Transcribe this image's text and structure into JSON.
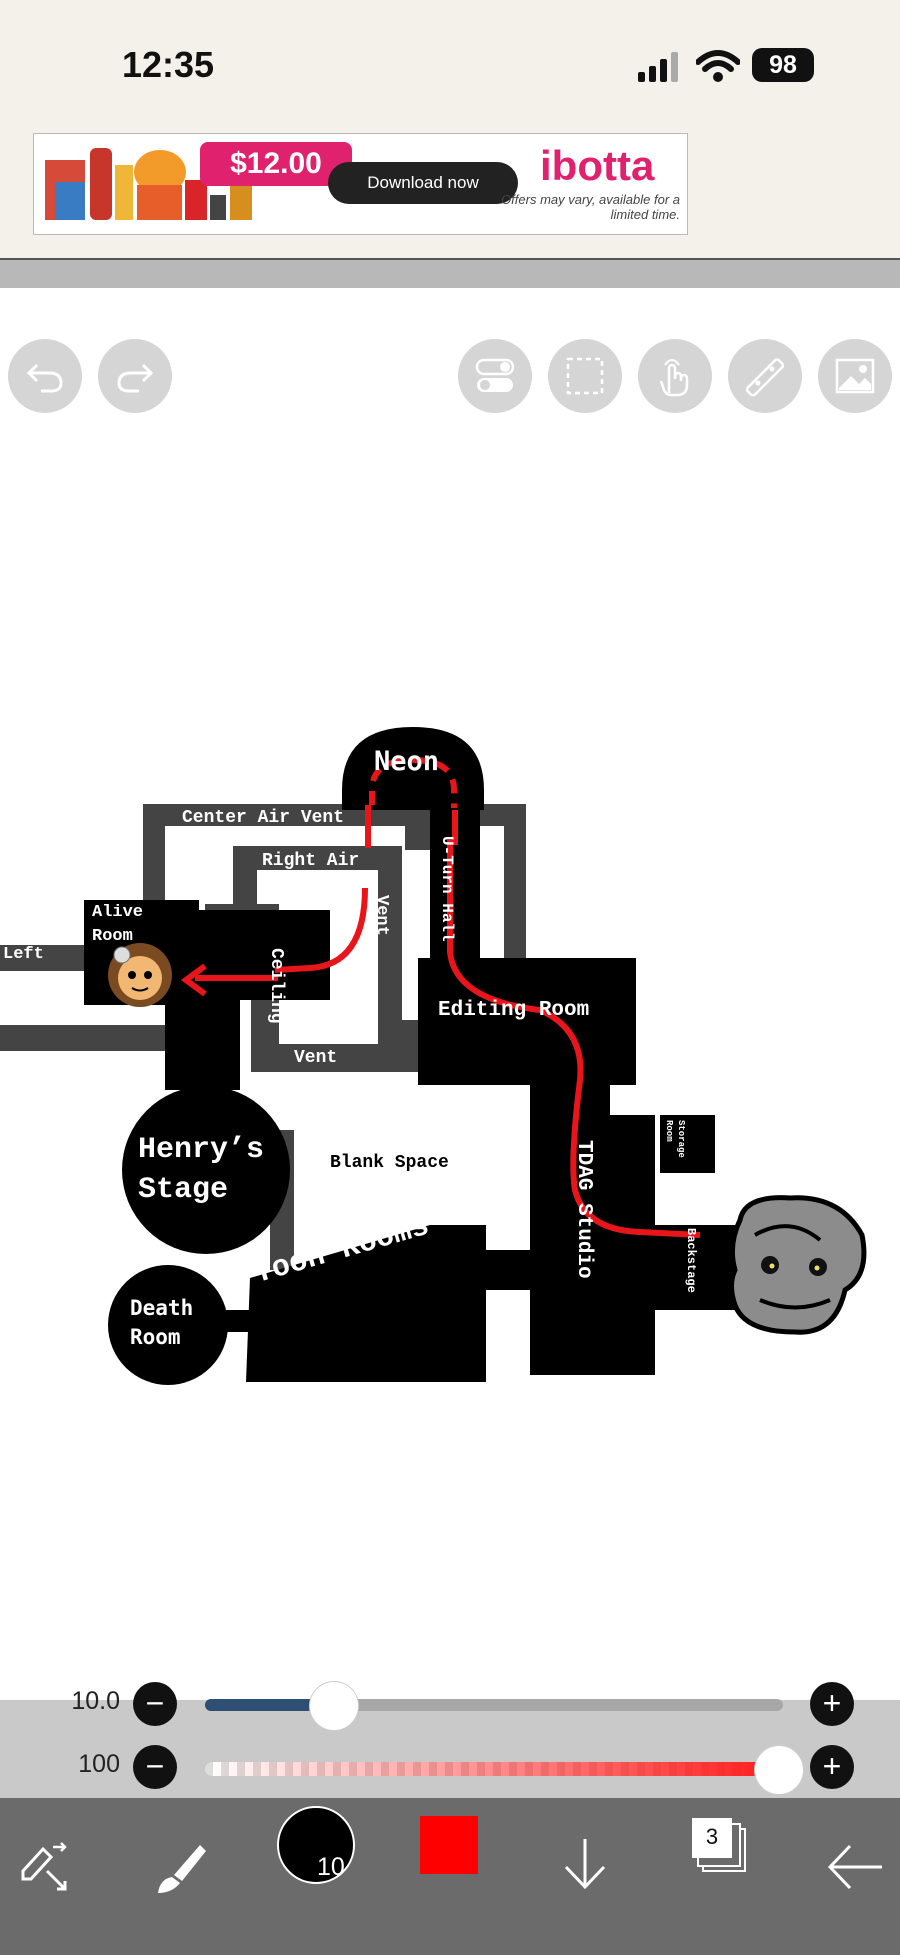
{
  "status_bar": {
    "time": "12:35",
    "battery": "98"
  },
  "ad": {
    "price": "$12.00",
    "button_label": "Download now",
    "brand": "ibotta",
    "note": "Offers may vary, available for a limited time."
  },
  "toolbar": {
    "left": [
      "undo-icon",
      "redo-icon"
    ],
    "right": [
      "toggle-icon",
      "selection-icon",
      "hand-icon",
      "ruler-icon",
      "image-icon"
    ]
  },
  "map": {
    "labels": {
      "neon": "Neon",
      "center_air_vent": "Center Air Vent",
      "right_air": "Right Air",
      "vent_vertical": "Vent",
      "u_turn_hall": "U-Turn Hall",
      "alive_room_1": "Alive",
      "alive_room_2": "Room",
      "left": "Left",
      "ceiling": "Ceiling",
      "vent_bottom": "Vent",
      "editing_room": "Editing Room",
      "storage_room_1": "Storage",
      "storage_room_2": "Room",
      "henrys_stage_1": "Henry’s",
      "henrys_stage_2": "Stage",
      "blank_space": "Blank Space",
      "tdag_studio": "TDAG Studio",
      "backstage": "Backstage",
      "toon_rooms": "Toon Rooms",
      "death_room_1": "Death",
      "death_room_2": "Room"
    },
    "route_color": "#e8161b"
  },
  "sliders": {
    "size": {
      "value": "10.0",
      "level": 0.21
    },
    "opacity": {
      "value": "100",
      "level": 1.0
    },
    "minus": "−",
    "plus": "+"
  },
  "bottom_bar": {
    "brush_size": "10",
    "color": "#ff0000",
    "layers": "3",
    "items": [
      "transform-icon",
      "brush-icon",
      "brush-size",
      "color-swatch",
      "download-icon",
      "layers-icon",
      "back-arrow-icon"
    ]
  }
}
